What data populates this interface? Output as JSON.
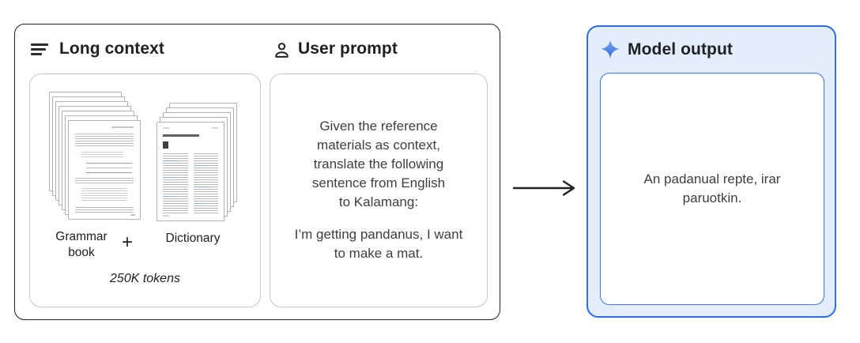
{
  "colors": {
    "dark_text": "#202124",
    "outer_border": "#1f2125",
    "subpanel_border": "#c4c7c5",
    "page_border": "#aeb1b5",
    "blue_accent": "#1a73e8",
    "blue_panel_bg": "#e4edfc",
    "blue_panel_border": "#2b6de3",
    "inner_blue_border": "#3b78e7"
  },
  "long_context": {
    "title": "Long context",
    "icon": "text-lines-icon",
    "grammar_label": "Grammar\nbook",
    "plus": "+",
    "dictionary_label": "Dictionary",
    "tokens": "250K tokens"
  },
  "user_prompt": {
    "title": "User prompt",
    "icon": "person-icon",
    "paragraph1": "Given the reference\nmaterials as context,\ntranslate the following\nsentence from English\nto Kalamang:",
    "paragraph2": "I’m getting pandanus, I want\nto make a mat."
  },
  "arrow": {
    "icon": "right-arrow-icon"
  },
  "model_output": {
    "title": "Model output",
    "icon": "sparkle-icon",
    "text": "An padanual repte, irar\nparuotkin."
  }
}
